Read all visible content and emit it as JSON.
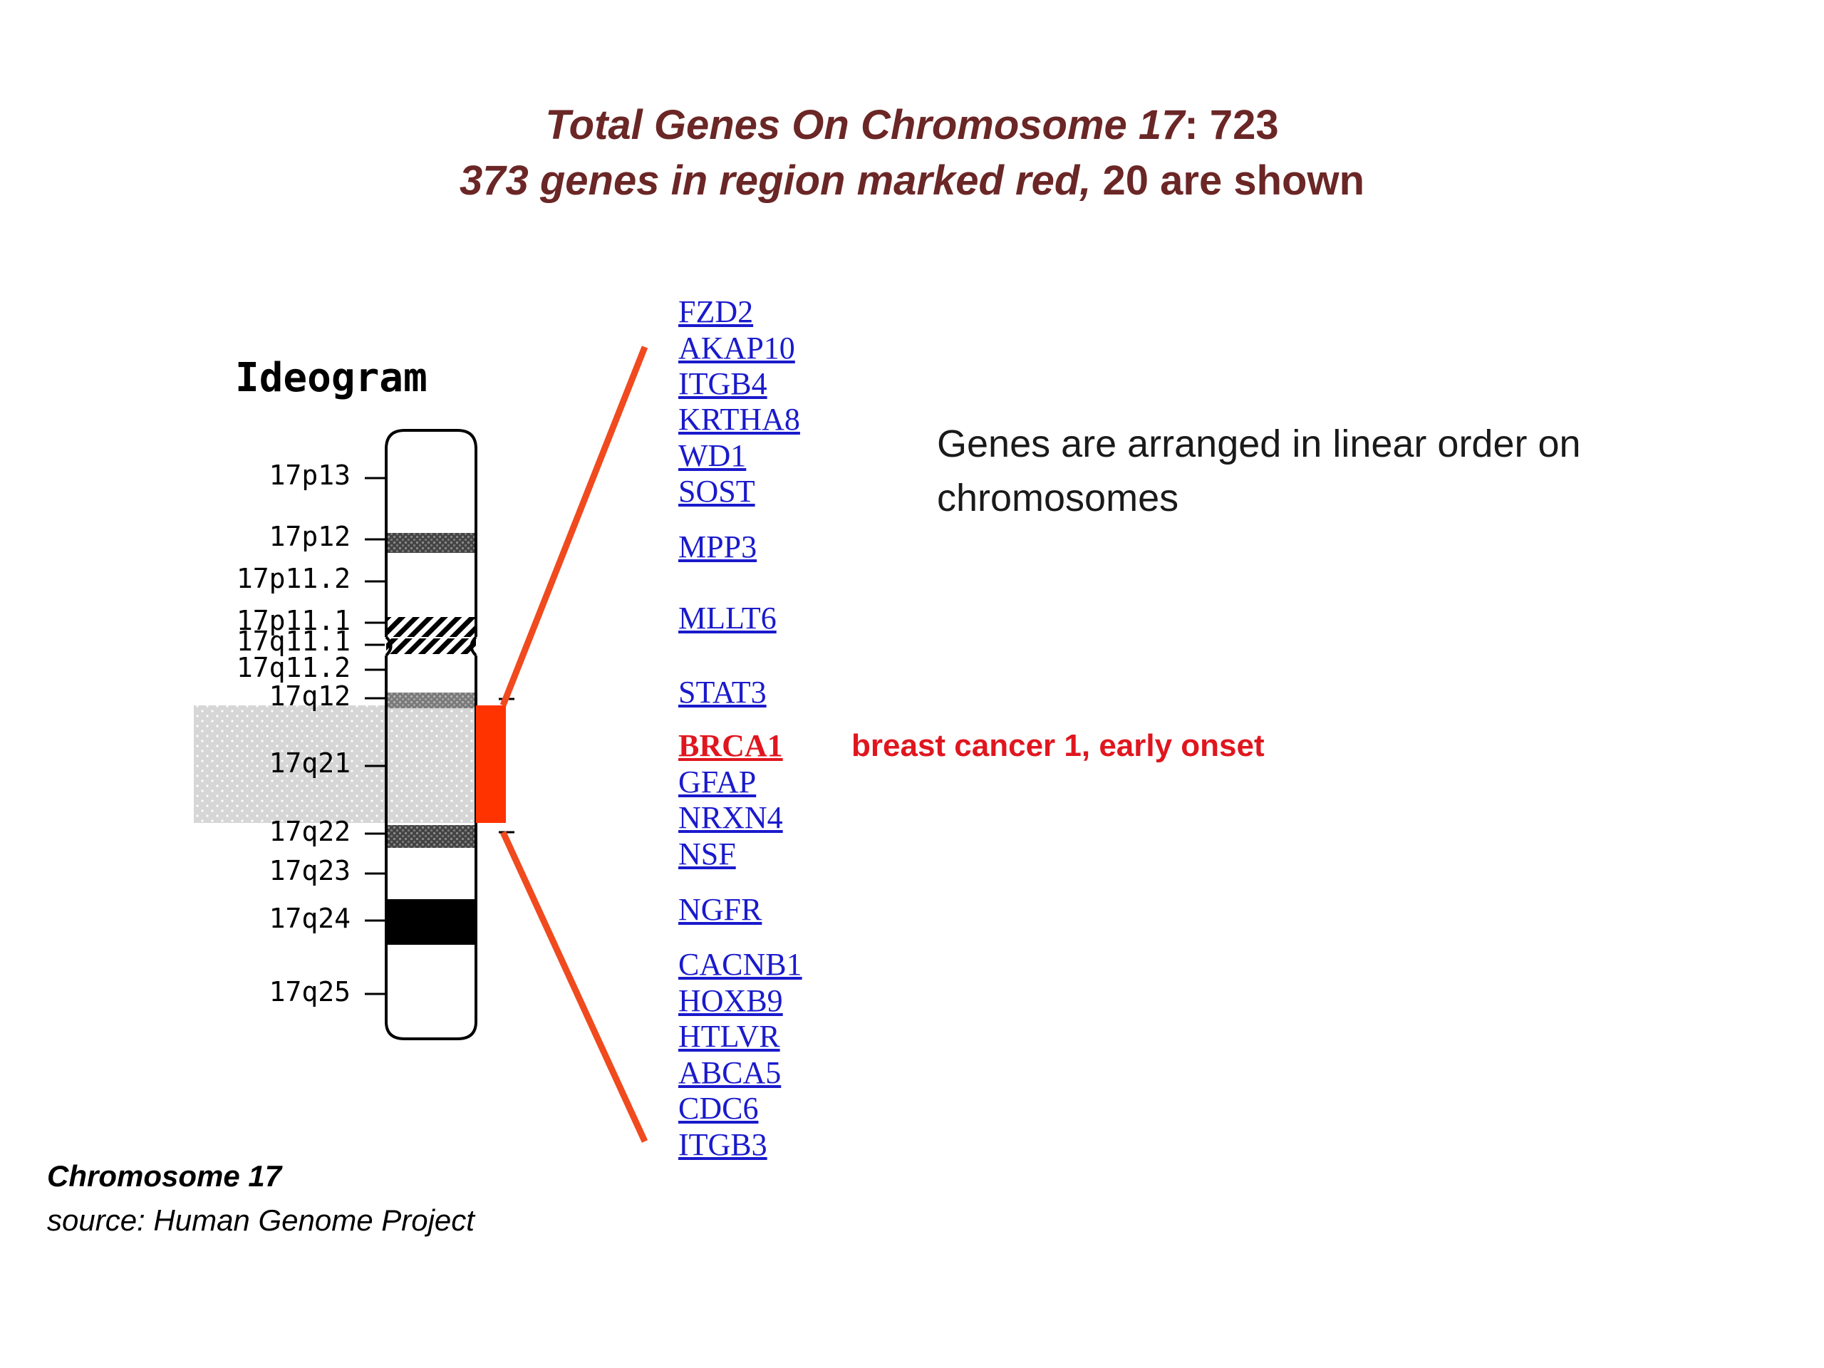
{
  "header": {
    "line1_label": "Total Genes On Chromosome 17",
    "line1_sep": ": ",
    "line1_value": "723",
    "line2_italic": "373 genes in region marked red,",
    "line2_rest": " 20 are shown"
  },
  "ideogram": {
    "heading": "Ideogram",
    "bands": [
      {
        "label": "17p13"
      },
      {
        "label": "17p12"
      },
      {
        "label": "17p11.2"
      },
      {
        "label": "17p11.1"
      },
      {
        "label": "17q11.1"
      },
      {
        "label": "17q11.2"
      },
      {
        "label": "17q12"
      },
      {
        "label": "17q21"
      },
      {
        "label": "17q22"
      },
      {
        "label": "17q23"
      },
      {
        "label": "17q24"
      },
      {
        "label": "17q25"
      }
    ]
  },
  "genes": [
    {
      "name": "FZD2"
    },
    {
      "name": "AKAP10"
    },
    {
      "name": "ITGB4"
    },
    {
      "name": "KRTHA8"
    },
    {
      "name": "WD1"
    },
    {
      "name": "SOST"
    },
    {
      "name": "MPP3"
    },
    {
      "name": "MLLT6"
    },
    {
      "name": "STAT3"
    },
    {
      "name": "BRCA1"
    },
    {
      "name": "GFAP"
    },
    {
      "name": "NRXN4"
    },
    {
      "name": "NSF"
    },
    {
      "name": "NGFR"
    },
    {
      "name": "CACNB1"
    },
    {
      "name": "HOXB9"
    },
    {
      "name": "HTLVR"
    },
    {
      "name": "ABCA5"
    },
    {
      "name": "CDC6"
    },
    {
      "name": "ITGB3"
    }
  ],
  "highlight": {
    "description": "breast cancer 1, early onset",
    "color": "#e0161f"
  },
  "side_note": "Genes are arranged in linear order on chromosomes",
  "caption": {
    "title": "Chromosome 17",
    "source": "source: Human Genome Project"
  },
  "colors": {
    "title": "#6b2626",
    "gene_link": "#1a1acc",
    "zoom_line": "#f04a1e",
    "marked_region": "#ff3300"
  }
}
